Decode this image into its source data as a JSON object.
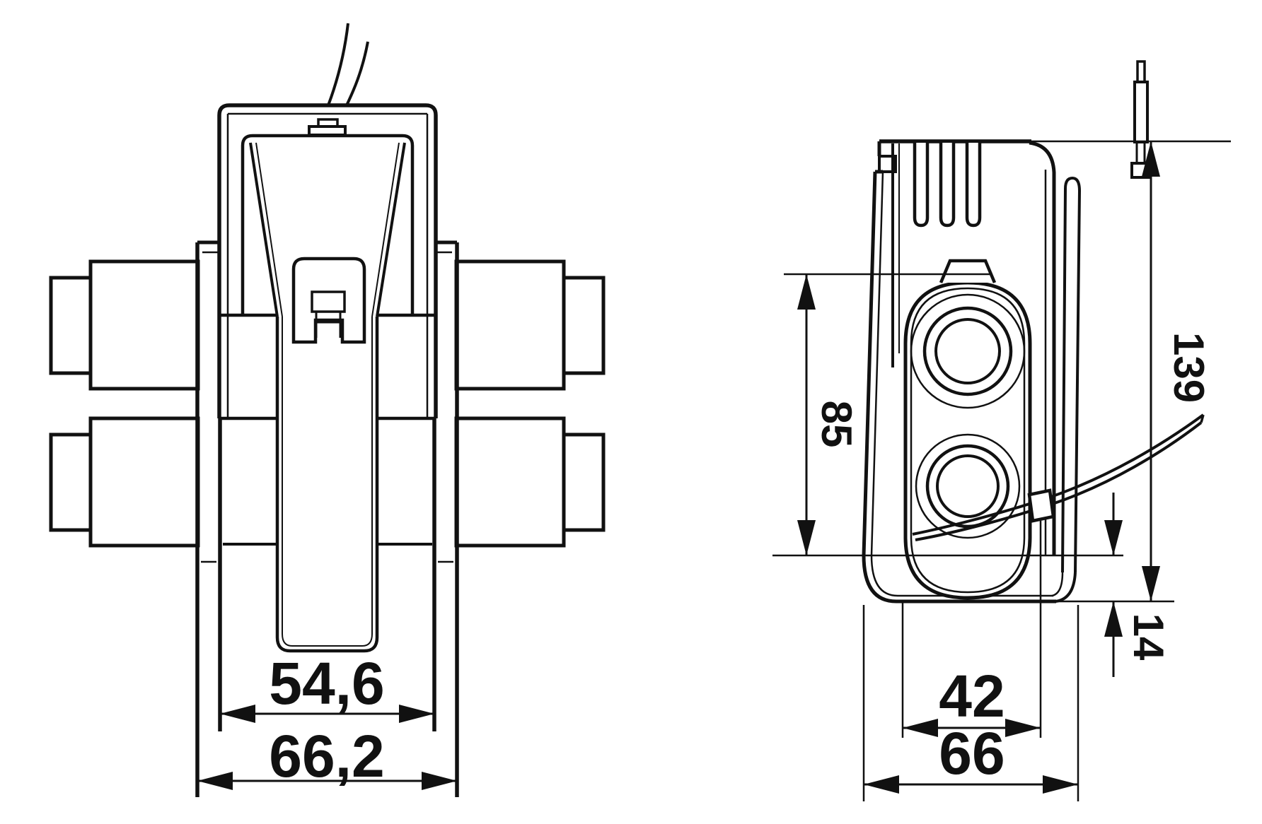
{
  "drawing": {
    "type": "technical-dimension-drawing",
    "description": "Two-view dimensional line drawing of a split-core current transformer clamped over two busbars",
    "colors": {
      "background": "#ffffff",
      "line": "#111111"
    }
  },
  "views": {
    "front": {
      "name": "front-view"
    },
    "side": {
      "name": "side-view"
    }
  },
  "dims": {
    "front_inner_width": "54,6",
    "front_outer_width": "66,2",
    "side_window_height": "85",
    "side_total_height": "139",
    "side_opening_width": "42",
    "side_body_width": "66",
    "side_bottom_offset": "14"
  }
}
